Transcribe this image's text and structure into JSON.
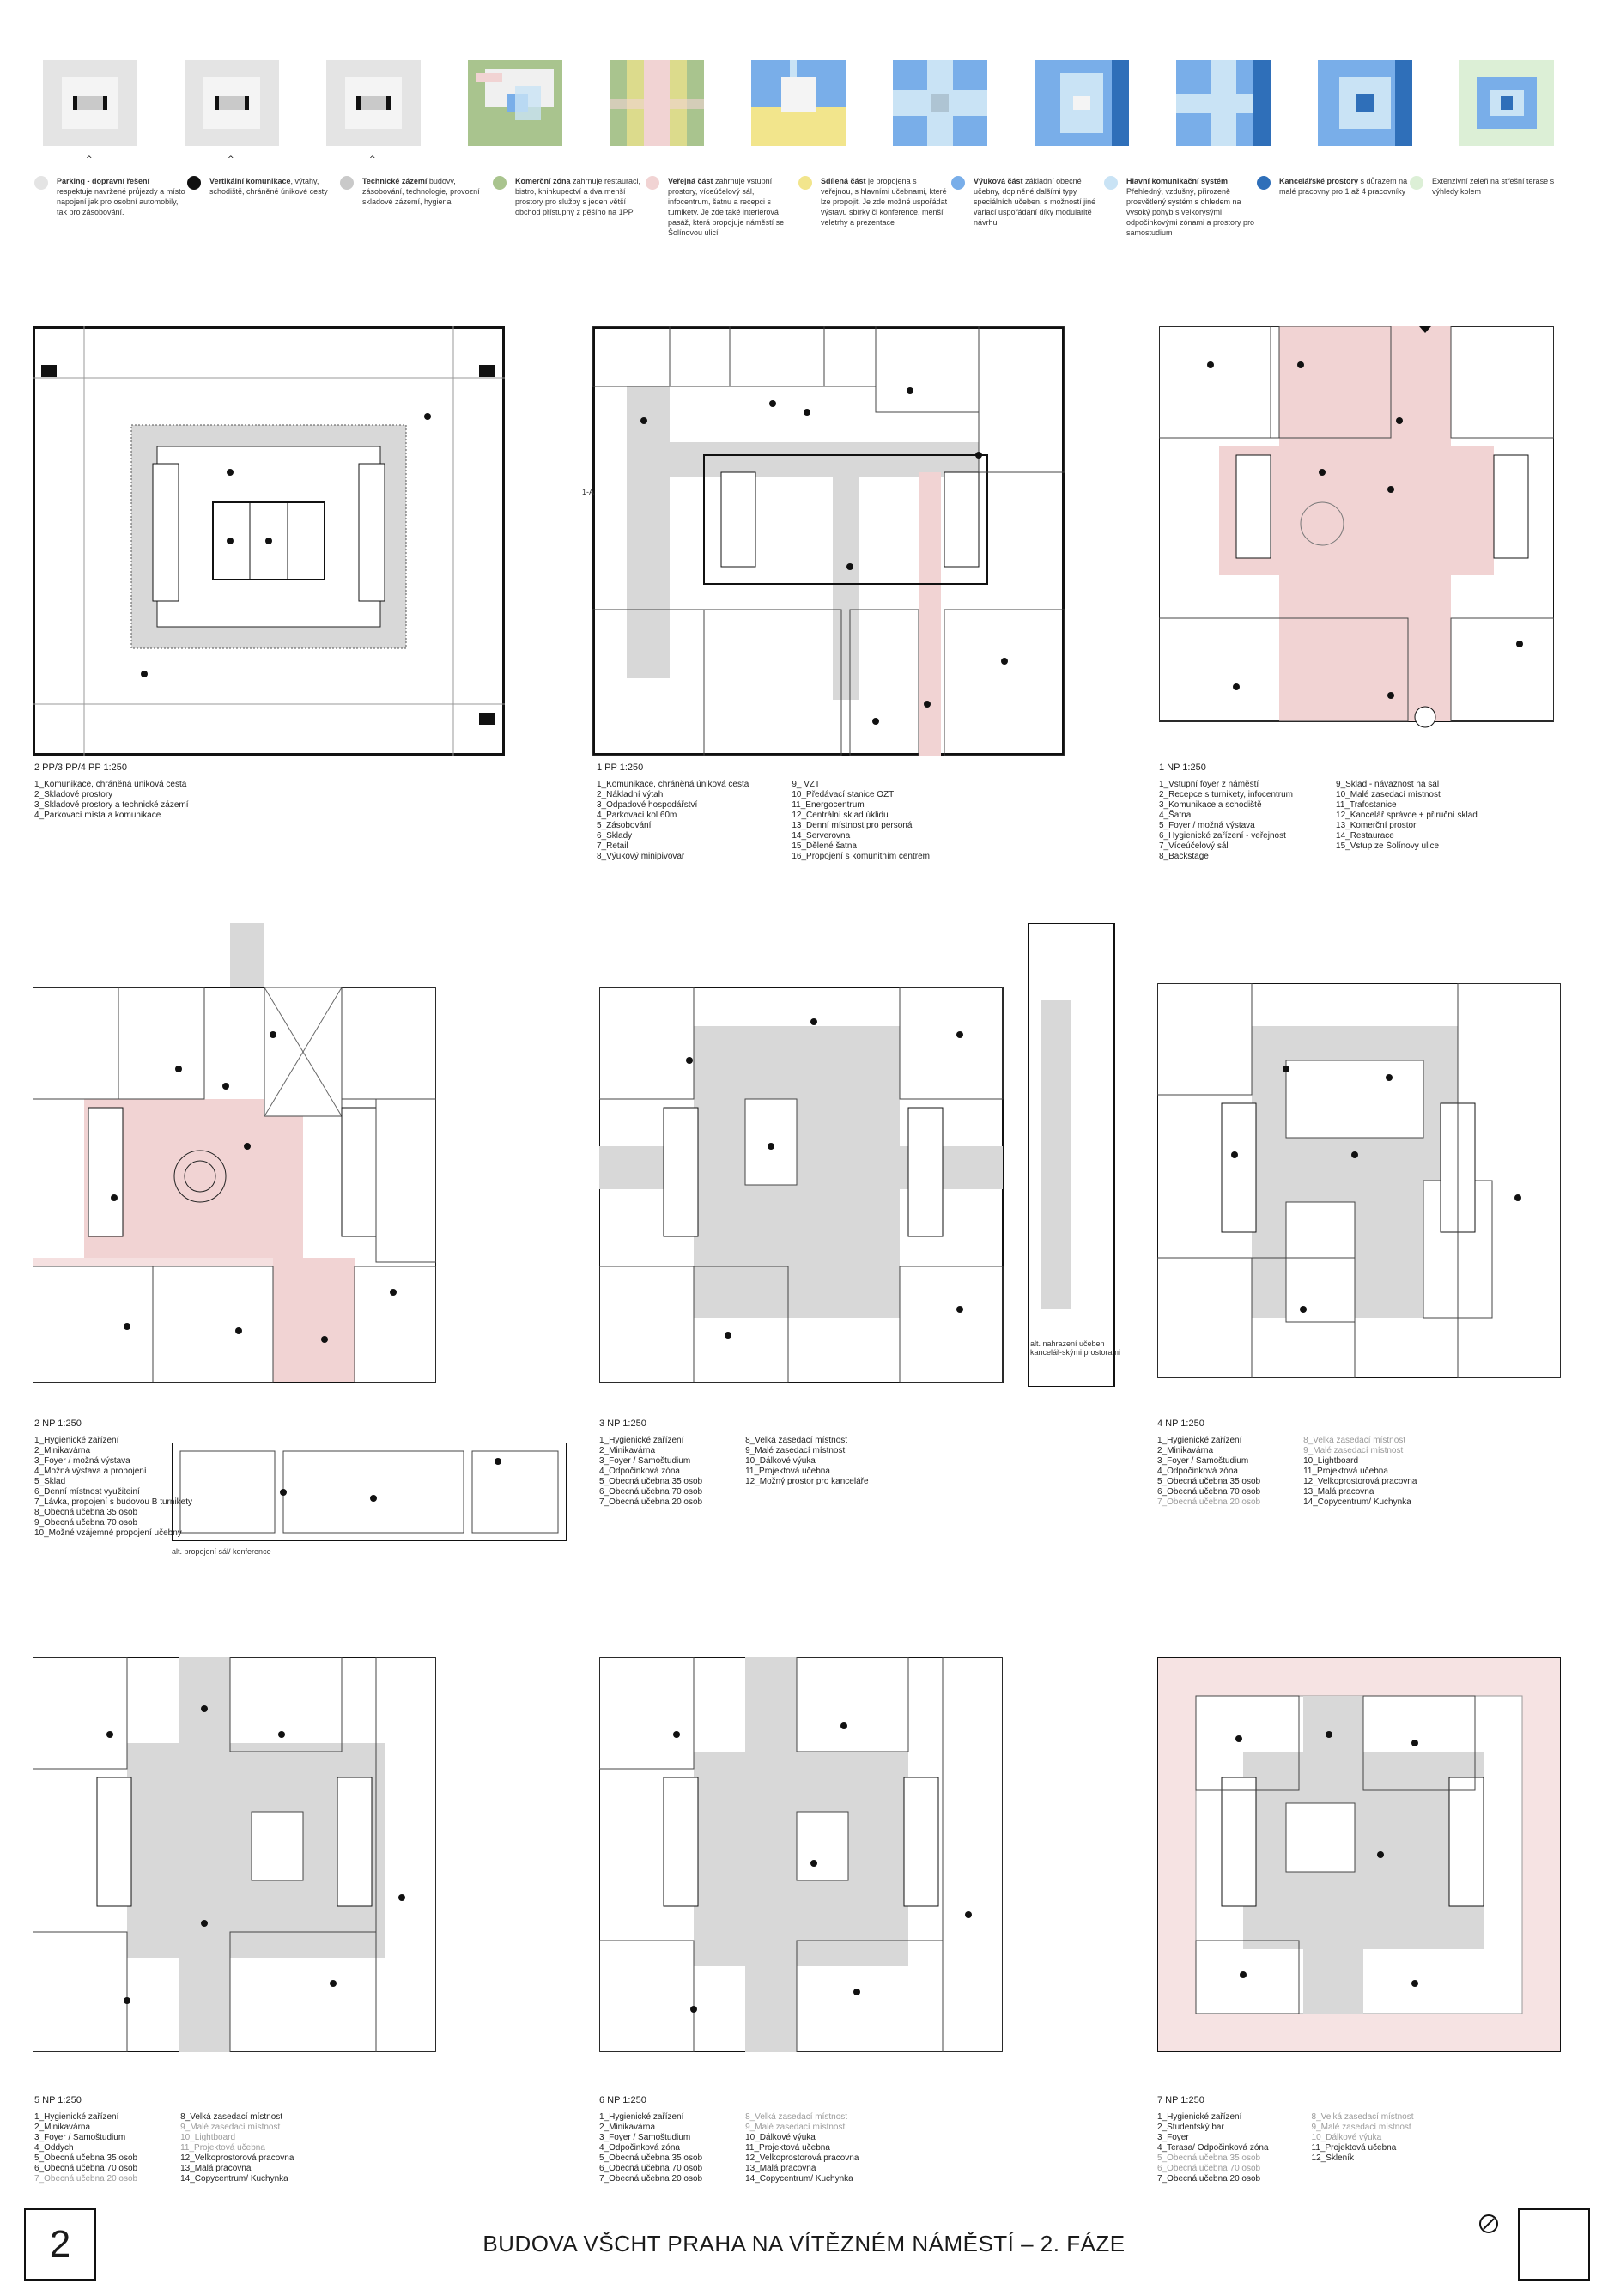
{
  "sheet": {
    "number": "2",
    "title": "BUDOVA VŠCHT PRAHA NA VÍTĚZNÉM NÁMĚSTÍ – 2. FÁZE"
  },
  "colors": {
    "grey_light": "#e4e4e4",
    "grey_mid": "#c9c9c9",
    "black": "#111111",
    "green_commercial": "#a9c48e",
    "pink_public": "#f1d3d3",
    "yellow_shared": "#f2e58c",
    "blue_study": "#79aee9",
    "blue_main": "#c9e3f5",
    "blue_office": "#2f6fb9",
    "green_terrace": "#dcefd6",
    "pink_floor": "#f6e3e3",
    "corridor": "#d8d8d8"
  },
  "legend": [
    {
      "bold": "Parking - dopravní řešení",
      "text": " respektuje navržené průjezdy a místo napojení jak pro osobní automobily, tak pro zásobování.",
      "color": "#e4e4e4"
    },
    {
      "bold": "Vertikální komunikace",
      "text": ", výtahy, schodiště, chráněné únikové cesty",
      "color": "#111111"
    },
    {
      "bold": "Technické zázemí",
      "text": " budovy, zásobování, technologie, provozní skladové zázemí, hygiena",
      "color": "#c9c9c9"
    },
    {
      "bold": "Komerční zóna",
      "text": " zahrnuje restauraci, bistro, knihkupectví a dva menší prostory pro služby s jeden větší obchod přístupný z pěšího na 1PP",
      "color": "#a9c48e"
    },
    {
      "bold": "Veřejná část",
      "text": " zahrnuje vstupní prostory, víceúčelový sál, infocentrum, šatnu a recepci s turnikety. Je zde také interiérová pasáž, která propojuje náměstí se Šolínovou ulicí",
      "color": "#f1d3d3"
    },
    {
      "bold": "Sdílená část",
      "text": " je propojena s veřejnou, s hlavními učebnami, které lze propojit. Je zde možné uspořádat výstavu sbírky či konference, menší veletrhy a prezentace",
      "color": "#f2e58c"
    },
    {
      "bold": "Výuková část",
      "text": " základní obecné učebny, doplněné dalšími typy speciálních učeben, s možností jiné variací uspořádání díky modularitě návrhu",
      "color": "#79aee9"
    },
    {
      "bold": "Hlavní komunikační systém",
      "text": " Přehledný, vzdušný, přirozeně prosvětlený systém s ohledem na vysoký pohyb s velkorysými odpočinkovými zónami a prostory pro samostudium",
      "color": "#c9e3f5"
    },
    {
      "bold": "Kancelářské prostory",
      "text": " s důrazem na malé pracovny pro 1 až 4 pracovníky",
      "color": "#2f6fb9"
    },
    {
      "bold": "",
      "text": "Extenzivní zeleň na střešní terase s výhledy kolem",
      "color": "#dcefd6"
    }
  ],
  "plans": [
    {
      "key": "pp",
      "title": "2 PP/3 PP/4 PP 1:250",
      "col1": [
        "1_Komunikace, chráněná úniková cesta",
        "2_Skladové prostory",
        "3_Skladové prostory a technické zázemí",
        "4_Parkovací místa a komunikace"
      ],
      "col2": [],
      "grey2": []
    },
    {
      "key": "1pp",
      "title": "1 PP 1:250",
      "col1": [
        "1_Komunikace, chráněná úniková cesta",
        "2_Nákladní výtah",
        "3_Odpadové hospodářství",
        "4_Parkovací kol 60m",
        "5_Zásobování",
        "6_Sklady",
        "7_Retail",
        "8_Výukový minipivovar"
      ],
      "col2": [
        "9_ VZT",
        "10_Předávací stanice OZT",
        "11_Energocentrum",
        "12_Centrální sklad úklidu",
        "13_Denní místnost pro personál",
        "14_Serverovna",
        "15_Dělené šatna",
        "16_Propojení s komunitním centrem"
      ],
      "grey2": []
    },
    {
      "key": "1np",
      "title": "1 NP 1:250",
      "col1": [
        "1_Vstupní foyer z náměstí",
        "2_Recepce s turnikety, infocentrum",
        "3_Komunikace a schodiště",
        "4_Šatna",
        "5_Foyer / možná výstava",
        "6_Hygienické zařízení - veřejnost",
        "7_Víceúčelový sál",
        "8_Backstage"
      ],
      "col2": [
        "9_Sklad - návaznost na sál",
        "10_Malé zasedací místnost",
        "11_Trafostanice",
        "12_Kancelář správce + přiruční sklad",
        "13_Komerční prostor",
        "14_Restaurace",
        "15_Vstup ze Šolínovy ulice"
      ],
      "grey2": []
    },
    {
      "key": "2np",
      "title": "2 NP 1:250",
      "col1": [
        "1_Hygienické zařízení",
        "2_Minikavárna",
        "3_Foyer / možná výstava",
        "4_Možná výstava a propojení",
        "5_Sklad",
        "6_Denní místnost využiteiní",
        "7_Lávka, propojení s budovou B turnikety",
        "8_Obecná učebna 35 osob",
        "9_Obecná učebna 70 osob",
        "10_Možné vzájemné propojení učebny"
      ],
      "col2": [],
      "grey2": []
    },
    {
      "key": "3np",
      "title": "3 NP 1:250",
      "col1": [
        "1_Hygienické zařízení",
        "2_Minikavárna",
        "3_Foyer / Samoštudium",
        "4_Odpočinková zóna",
        "5_Obecná učebna 35 osob",
        "6_Obecná učebna 70 osob",
        "7_Obecná učebna 20 osob"
      ],
      "col2": [
        "8_Velká zasedací místnost",
        "9_Malé zasedací místnost",
        "10_Dálkové výuka",
        "11_Projektová učebna",
        "12_Možný prostor pro kanceláře"
      ],
      "grey2": []
    },
    {
      "key": "4np",
      "title": "4 NP 1:250",
      "col1": [
        "1_Hygienické zařízení",
        "2_Minikavárna",
        "3_Foyer / Samoštudium",
        "4_Odpočinková zóna",
        "5_Obecná učebna 35 osob",
        "6_Obecná učebna 70 osob"
      ],
      "col1grey": [
        "7_Obecná učebna 20 osob"
      ],
      "grey2": [
        "8_Velká zasedací místnost",
        "9_Malé zasedací místnost"
      ],
      "col2": [
        "10_Lightboard",
        "11_Projektová učebna",
        "12_Velkoprostorová pracovna",
        "13_Malá pracovna",
        "14_Copycentrum/ Kuchynka"
      ]
    },
    {
      "key": "5np",
      "title": "5 NP 1:250",
      "col1": [
        "1_Hygienické zařízení",
        "2_Minikavárna",
        "3_Foyer / Samoštudium",
        "4_Oddych",
        "5_Obecná učebna 35 osob",
        "6_Obecná učebna 70 osob"
      ],
      "col1grey": [
        "7_Obecná učebna 20 osob"
      ],
      "grey2": [
        "9_Malé zasedací místnost",
        "10_Lightboard",
        "11_Projektová učebna"
      ],
      "col2pre": [
        "8_Velká zasedací místnost"
      ],
      "col2": [
        "12_Velkoprostorová pracovna",
        "13_Malá pracovna",
        "14_Copycentrum/ Kuchynka"
      ]
    },
    {
      "key": "6np",
      "title": "6 NP 1:250",
      "col1": [
        "1_Hygienické zařízení",
        "2_Minikavárna",
        "3_Foyer / Samoštudium",
        "4_Odpočinková zóna",
        "5_Obecná učebna 35 osob",
        "6_Obecná učebna 70 osob",
        "7_Obecná učebna 20 osob"
      ],
      "grey2": [
        "8_Velká zasedací místnost",
        "9_Malé zasedací místnost"
      ],
      "col2": [
        "10_Dálkové výuka",
        "11_Projektová učebna",
        "12_Velkoprostorová pracovna",
        "13_Malá pracovna",
        "14_Copycentrum/ Kuchynka"
      ]
    },
    {
      "key": "7np",
      "title": "7 NP 1:250",
      "col1": [
        "1_Hygienické zařízení",
        "2_Studentský bar",
        "3_Foyer",
        "4_Terasa/ Odpočinková zóna"
      ],
      "col1grey": [
        "5_Obecná učebna 35 osob",
        "6_Obecná učebna 70 osob"
      ],
      "col1b": [
        "7_Obecná učebna 20 osob"
      ],
      "grey2": [
        "8_Velká zasedací místnost",
        "9_Malé zasedací místnost",
        "10_Dálkové výuka"
      ],
      "col2": [
        "11_Projektová učebna",
        "12_Skleník"
      ]
    }
  ],
  "notes": {
    "alt_2np": "alt. propojení sál/ konference",
    "alt_3np": "alt. nahrazení učeben kancelář-skými prostorami",
    "tag_1a": "1-A"
  }
}
